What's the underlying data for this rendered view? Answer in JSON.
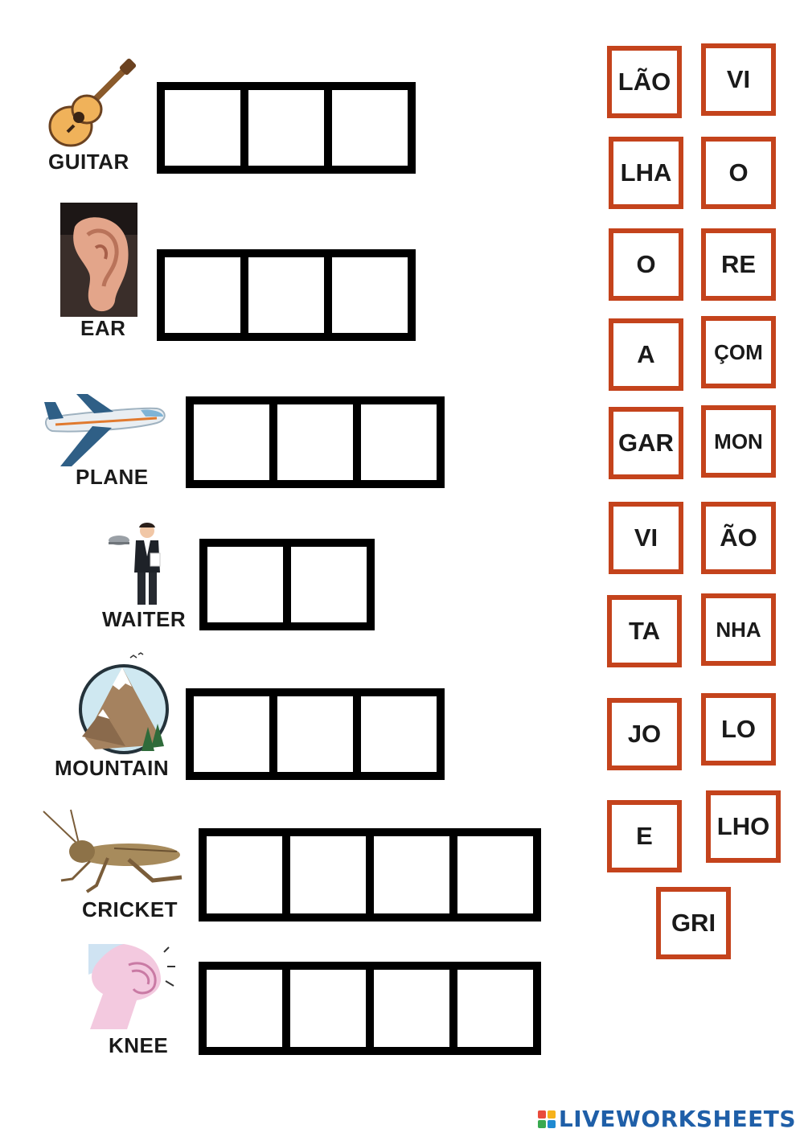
{
  "words": [
    {
      "label": "GUITAR",
      "icon": "guitar-icon",
      "slots": 3
    },
    {
      "label": "EAR",
      "icon": "ear-icon",
      "slots": 3
    },
    {
      "label": "PLANE",
      "icon": "plane-icon",
      "slots": 3
    },
    {
      "label": "WAITER",
      "icon": "waiter-icon",
      "slots": 2
    },
    {
      "label": "MOUNTAIN",
      "icon": "mountain-icon",
      "slots": 3
    },
    {
      "label": "CRICKET",
      "icon": "cricket-icon",
      "slots": 4
    },
    {
      "label": "KNEE",
      "icon": "knee-icon",
      "slots": 4
    }
  ],
  "tiles": [
    "LÃO",
    "VI",
    "LHA",
    "O",
    "O",
    "RE",
    "A",
    "ÇOM",
    "GAR",
    "MON",
    "VI",
    "ÃO",
    "TA",
    "NHA",
    "JO",
    "LO",
    "E",
    "LHO",
    "GRI"
  ],
  "brand": "LIVEWORKSHEETS",
  "colors": {
    "tile_border": "#c4431c",
    "slot_border": "#000000",
    "brand": "#1f5fa8"
  }
}
